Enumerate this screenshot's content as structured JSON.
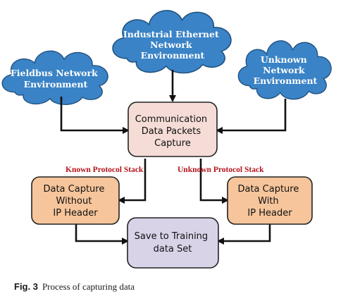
{
  "nodes": {
    "cloud_fieldbus": {
      "lines": [
        "Fieldbus Network",
        "Environment"
      ]
    },
    "cloud_industrial": {
      "lines": [
        "Industrial Ethernet",
        "Network",
        "Environment"
      ]
    },
    "cloud_unknown": {
      "lines": [
        "Unknown",
        "Network",
        "Environment"
      ]
    },
    "capture": {
      "lines": [
        "Communication",
        "Data Packets",
        "Capture"
      ]
    },
    "without_ip": {
      "lines": [
        "Data Capture",
        "Without",
        "IP Header"
      ]
    },
    "with_ip": {
      "lines": [
        "Data Capture",
        "With",
        "IP Header"
      ]
    },
    "save": {
      "lines": [
        "Save to Training",
        "data Set"
      ]
    }
  },
  "edge_labels": {
    "known": "Known Protocol Stack",
    "unknown": "Unknown Protocol  Stack"
  },
  "caption": {
    "label": "Fig. 3",
    "text": "Process of capturing data"
  },
  "colors": {
    "cloud_fill": "#3a83c6",
    "cloud_stroke": "#1f4f7c",
    "capture_fill": "#f5dcd6",
    "side_box_fill": "#f6c59b",
    "save_fill": "#d9d3e8",
    "box_stroke": "#222222",
    "edge_label": "#b3141b",
    "arrow": "#111111"
  }
}
